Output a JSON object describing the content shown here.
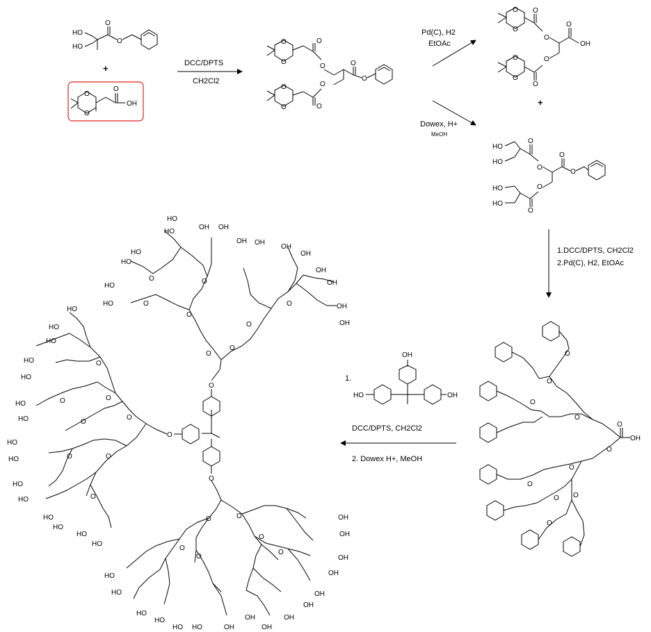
{
  "conditions": {
    "step1_top": "DCC/DPTS",
    "step1_bottom": "CH2Cl2",
    "step2a_top": "Pd(C), H2",
    "step2a_bottom": "EtOAc",
    "step2b_top": "Dowex, H+",
    "step2b_bottom": "MeOH",
    "step3_line1": "1.DCC/DPTS, CH2Cl2",
    "step3_line2": "2.Pd(C), H2, EtOAc",
    "step4_label": "1.",
    "step4_reagent": "DCC/DPTS, CH2Cl2",
    "step4_second": "2. Dowex H+, MeOH"
  },
  "plus_signs": [
    "+",
    "+"
  ],
  "atom_labels": {
    "ho": "HO",
    "oh": "OH",
    "o": "O"
  },
  "colors": {
    "highlight_box": "#d22222",
    "bonds": "#000000"
  }
}
